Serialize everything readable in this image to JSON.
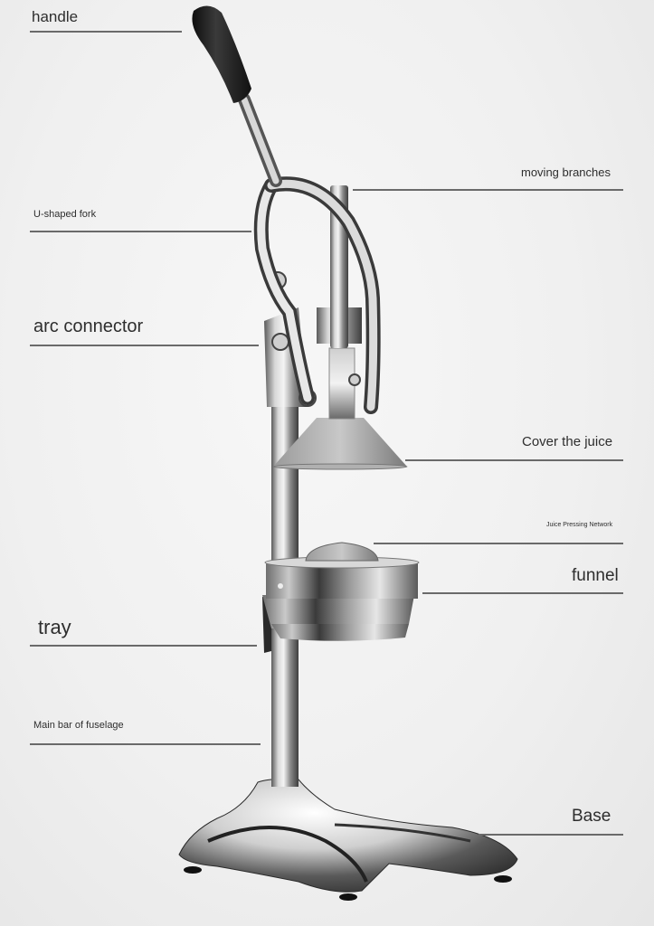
{
  "diagram": {
    "subject": "Manual stainless steel juicer press",
    "labels": [
      {
        "id": "handle",
        "text": "handle"
      },
      {
        "id": "u_shaped_fork",
        "text": "U-shaped fork"
      },
      {
        "id": "moving_branches",
        "text": "moving branches"
      },
      {
        "id": "arc_connector",
        "text": "arc connector"
      },
      {
        "id": "cover_the_juice",
        "text": "Cover the juice"
      },
      {
        "id": "juice_pressing_network",
        "text": "Juice Pressing Network"
      },
      {
        "id": "funnel",
        "text": "funnel"
      },
      {
        "id": "tray",
        "text": "tray"
      },
      {
        "id": "main_bar",
        "text": "Main bar of fuselage"
      },
      {
        "id": "base",
        "text": "Base"
      }
    ]
  },
  "colors": {
    "background": "#f0f0f0",
    "text": "#2e2e2e",
    "leader_line": "#6a6a6a",
    "grip": "#1c1c1c",
    "steel_light": "#e8e8e8",
    "steel_dark": "#4a4a4a"
  }
}
